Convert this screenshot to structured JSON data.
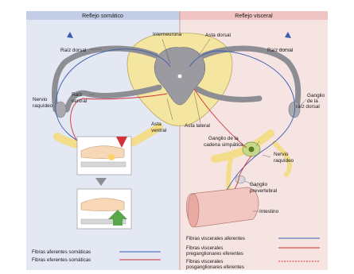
{
  "headers": {
    "left": "Reflejo somático",
    "right": "Reflejo visceral"
  },
  "labels": {
    "interneurona": "Interneurona",
    "asta_dorsal": "Asta dorsal",
    "raiz_dorsal_left": "Raíz dorsal",
    "raiz_dorsal_right": "Raíz dorsal",
    "nervio_raquideo_left_1": "Nervio",
    "nervio_raquideo_left_2": "raquídeo",
    "raiz_ventral_1": "Raíz",
    "raiz_ventral_2": "ventral",
    "ganglio_raiz_1": "Ganglio",
    "ganglio_raiz_2": "de la",
    "ganglio_raiz_3": "raíz dorsal",
    "asta_ventral_1": "Asta",
    "asta_ventral_2": "ventral",
    "asta_lateral": "Asta lateral",
    "ganglio_cadena_1": "Ganglio de la",
    "ganglio_cadena_2": "cadena simpática",
    "nervio_raquideo_right_1": "Nervio",
    "nervio_raquideo_right_2": "raquídeo",
    "ganglio_prevertebral_1": "Ganglio",
    "ganglio_prevertebral_2": "prevertebral",
    "intestino": "Intestino"
  },
  "legend_left": [
    {
      "text": "Fibras aferentes somáticas",
      "color": "#3b5fae"
    },
    {
      "text": "Fibras eferentes somáticas",
      "color": "#d2303a"
    }
  ],
  "legend_right": [
    {
      "lines": [
        "Fibras viscerales aferentes"
      ],
      "color": "#3b5fae"
    },
    {
      "lines": [
        "Fibras viscerales",
        "preganglionares eferentes"
      ],
      "color": "#d2303a"
    },
    {
      "lines": [
        "Fibras viscerales",
        "posganglionares eferentes"
      ],
      "color": "#d2303a"
    }
  ],
  "colors": {
    "left_bg": "#e3e8f3",
    "right_bg": "#f6e4e3",
    "left_header": "#c4cde6",
    "right_header": "#f0c4c2",
    "cord_white": "#f4e6a0",
    "gray_matter": "#9a9aa0",
    "nerve": "#f3dc8a",
    "afferent": "#3b5fae",
    "efferent": "#d2303a"
  }
}
